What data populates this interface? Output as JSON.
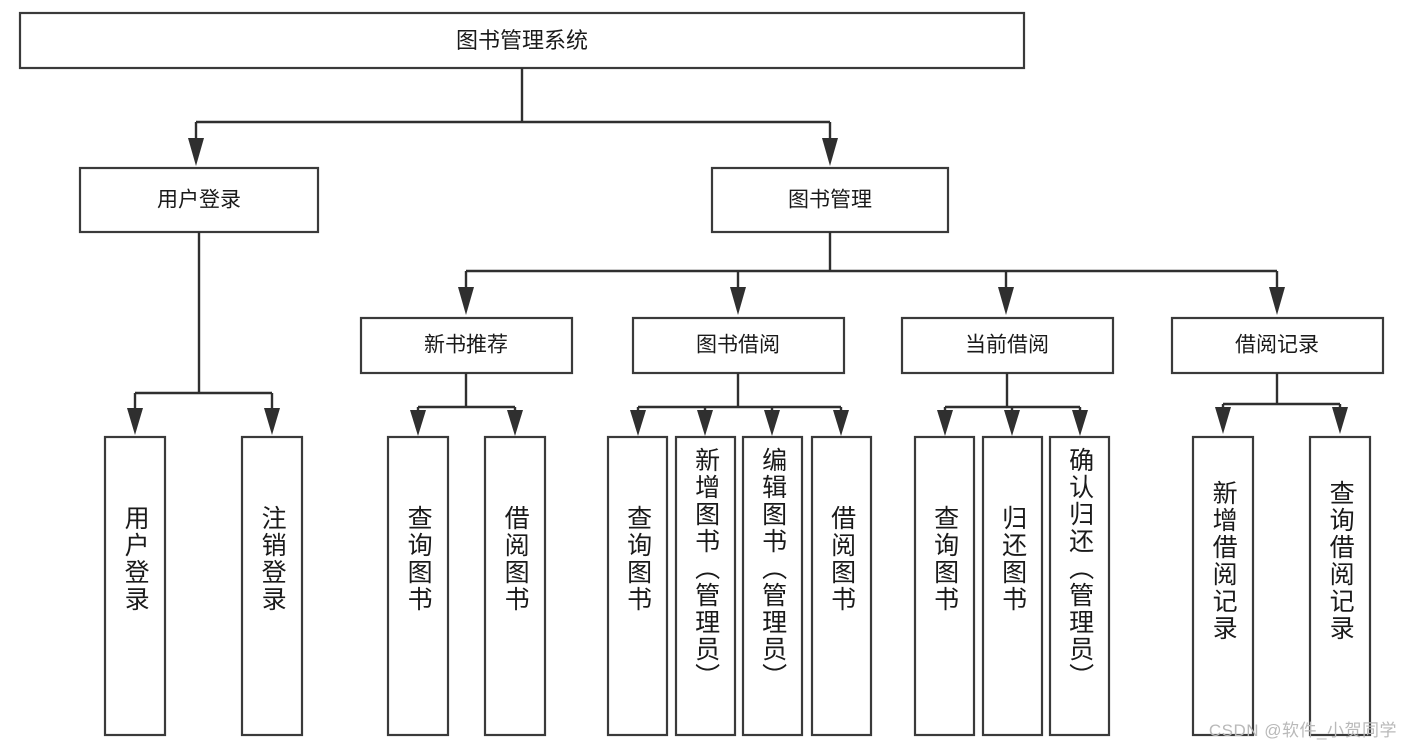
{
  "diagram": {
    "type": "tree",
    "title": "图书管理系统",
    "watermark": "CSDN @软件_小贺同学",
    "colors": {
      "box_stroke": "#3a3a3a",
      "box_fill": "#ffffff",
      "connector": "#2f2f2f",
      "text": "#1a1a1a",
      "watermark": "#b9b9b9",
      "background": "#ffffff"
    },
    "root": {
      "label": "图书管理系统"
    },
    "level1": [
      {
        "label": "用户登录"
      },
      {
        "label": "图书管理"
      }
    ],
    "level2": [
      {
        "label": "新书推荐"
      },
      {
        "label": "图书借阅"
      },
      {
        "label": "当前借阅"
      },
      {
        "label": "借阅记录"
      }
    ],
    "leaves": {
      "user_login": [
        {
          "label": "用户登录"
        },
        {
          "label": "注销登录"
        }
      ],
      "new_book_recommend": [
        {
          "label": "查询图书"
        },
        {
          "label": "借阅图书"
        }
      ],
      "book_borrow": [
        {
          "label": "查询图书"
        },
        {
          "label": "新增图书（管理员）"
        },
        {
          "label": "编辑图书（管理员）"
        },
        {
          "label": "借阅图书"
        }
      ],
      "current_borrow": [
        {
          "label": "查询图书"
        },
        {
          "label": "归还图书"
        },
        {
          "label": "确认归还（管理员）"
        }
      ],
      "borrow_record": [
        {
          "label": "新增借阅记录"
        },
        {
          "label": "查询借阅记录"
        }
      ]
    }
  }
}
